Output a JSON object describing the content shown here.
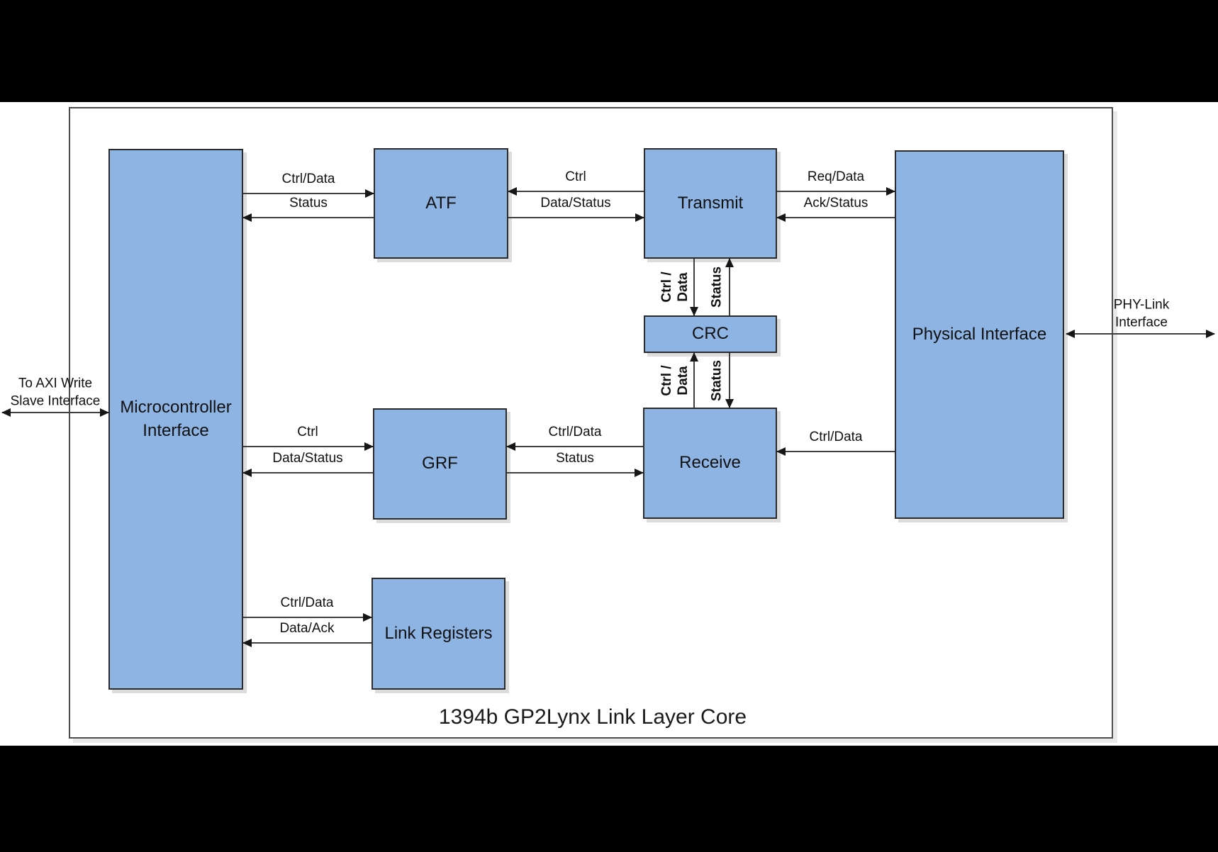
{
  "title": "1394b GP2Lynx Link Layer Core",
  "external": {
    "axi_label": "To AXI Write\nSlave Interface",
    "phy_link_label": "PHY-Link Interface"
  },
  "blocks": {
    "microcontroller_interface": {
      "label": "Microcontroller\nInterface"
    },
    "atf": {
      "label": "ATF"
    },
    "transmit": {
      "label": "Transmit"
    },
    "physical_interface": {
      "label": "Physical Interface"
    },
    "crc": {
      "label": "CRC"
    },
    "grf": {
      "label": "GRF"
    },
    "receive": {
      "label": "Receive"
    },
    "link_registers": {
      "label": "Link Registers"
    }
  },
  "connections": {
    "mcu_to_atf": {
      "label": "Ctrl/Data",
      "direction": "right"
    },
    "atf_to_mcu": {
      "label": "Status",
      "direction": "left"
    },
    "transmit_to_atf": {
      "label": "Ctrl",
      "direction": "left"
    },
    "atf_to_transmit": {
      "label": "Data/Status",
      "direction": "right"
    },
    "transmit_to_phy": {
      "label": "Req/Data",
      "direction": "right"
    },
    "phy_to_transmit": {
      "label": "Ack/Status",
      "direction": "left"
    },
    "transmit_to_crc": {
      "label": "Ctrl /\nData",
      "direction": "down"
    },
    "crc_to_transmit": {
      "label": "Status",
      "direction": "up"
    },
    "receive_to_crc": {
      "label": "Ctrl /\nData",
      "direction": "up"
    },
    "crc_to_receive": {
      "label": "Status",
      "direction": "down"
    },
    "mcu_to_grf": {
      "label": "Ctrl",
      "direction": "right"
    },
    "grf_to_mcu": {
      "label": "Data/Status",
      "direction": "left"
    },
    "receive_to_grf": {
      "label": "Ctrl/Data",
      "direction": "left"
    },
    "grf_to_receive": {
      "label": "Status",
      "direction": "right"
    },
    "phy_to_receive": {
      "label": "Ctrl/Data",
      "direction": "left"
    },
    "mcu_to_linkreg": {
      "label": "Ctrl/Data",
      "direction": "right"
    },
    "linkreg_to_mcu": {
      "label": "Data/Ack",
      "direction": "left"
    }
  },
  "colors": {
    "block_fill": "#8EB4E3",
    "block_border": "#2B2B2B",
    "line": "#3F3F3F",
    "canvas": "#FFFFFF",
    "backdrop": "#000000"
  }
}
